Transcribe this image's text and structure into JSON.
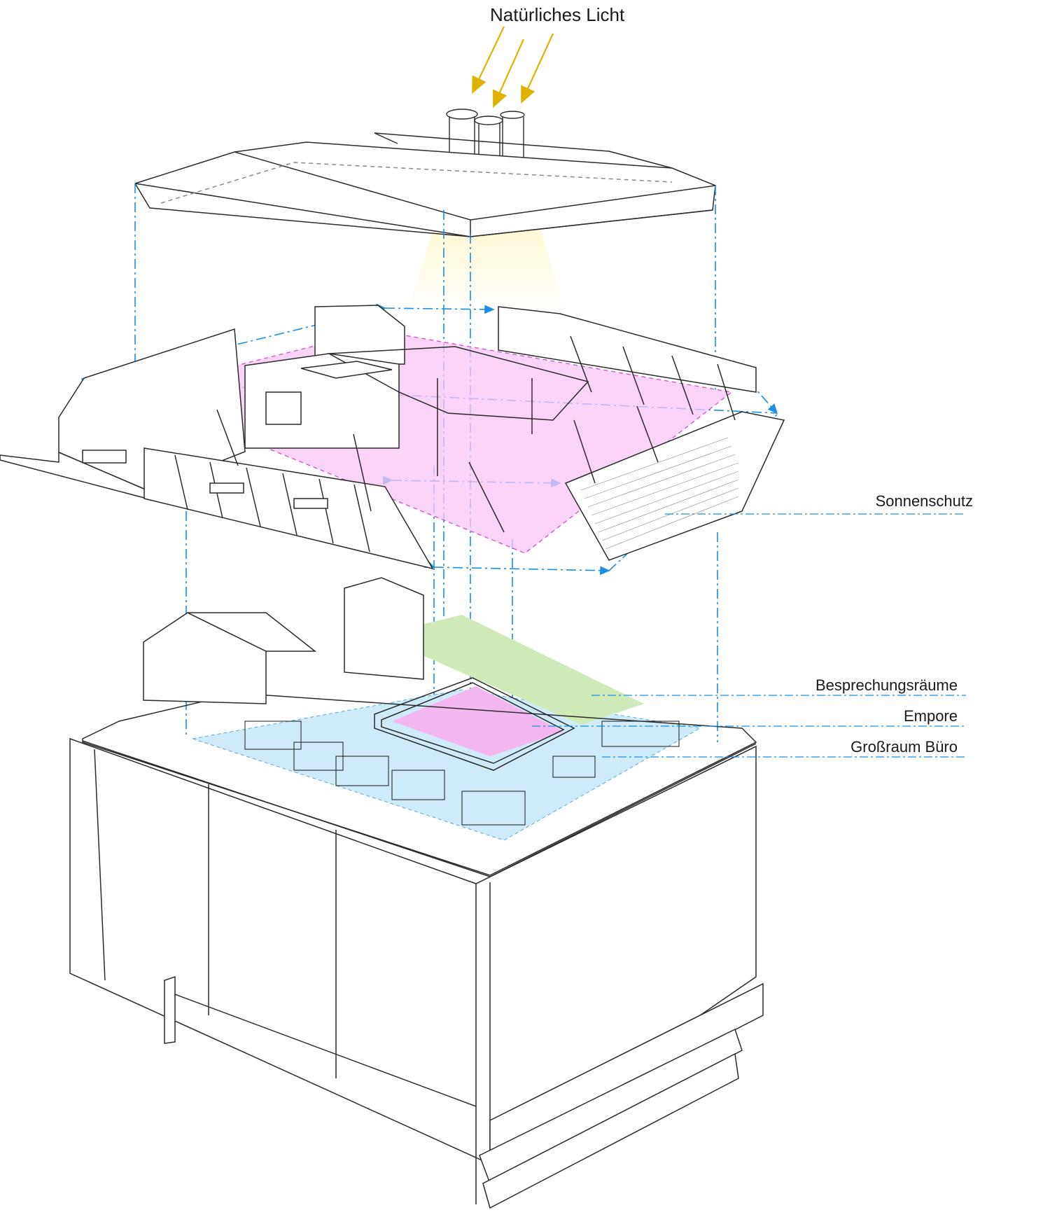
{
  "labels": {
    "natural_light": "Natürliches Licht",
    "sun_protection": "Sonnenschutz",
    "meeting_rooms": "Besprechungsräume",
    "gallery": "Empore",
    "open_office": "Großraum  Büro"
  },
  "colors": {
    "projection_line": "#1a8ee6",
    "light_arrow": "#e0b200",
    "light_glow": "#fff6c9",
    "upper_floor_fill": "#f7c6f4",
    "meeting_fill": "#cfe9b8",
    "gallery_fill": "#f3b6ee",
    "office_fill": "#cfeaf8",
    "outline": "#2a2a2a"
  }
}
